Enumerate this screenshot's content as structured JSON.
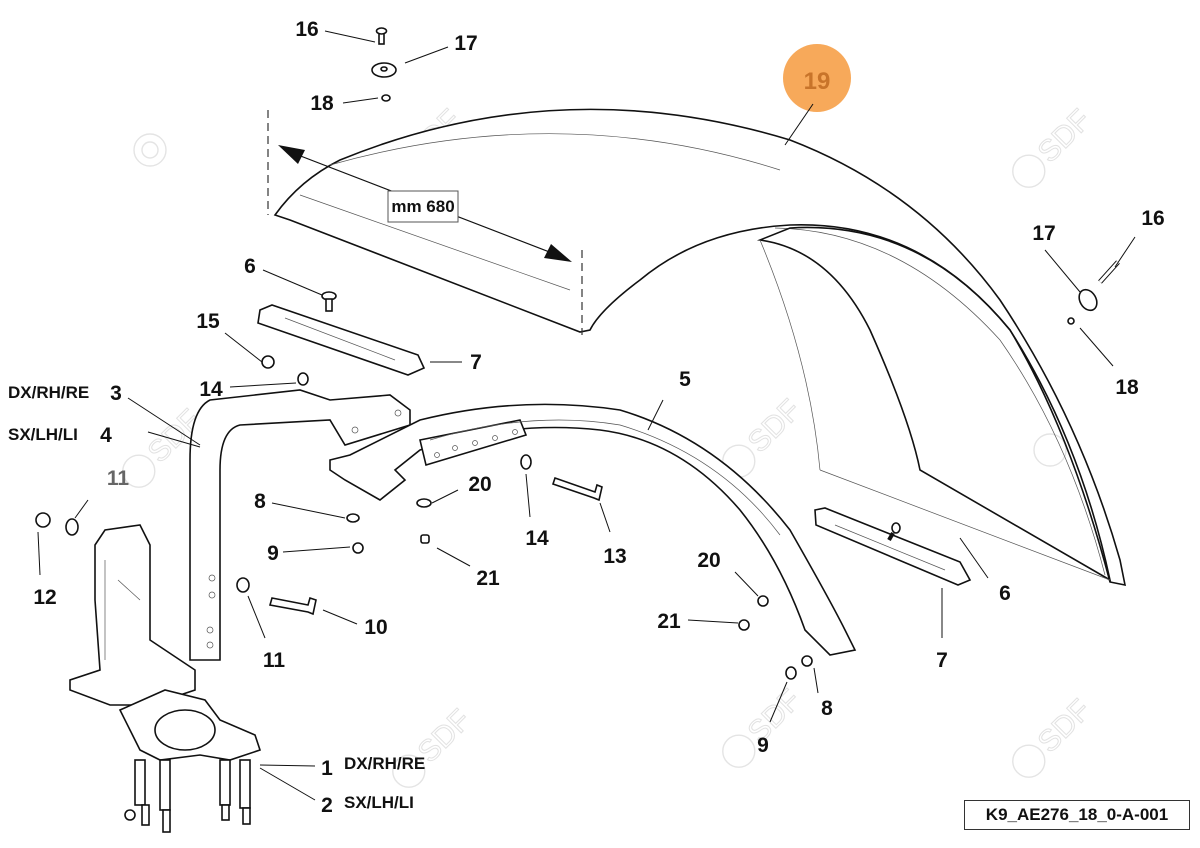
{
  "diagram": {
    "reference_code": "K9_AE276_18_0-A-001",
    "dimension_label": "mm 680",
    "highlighted_part": {
      "number": "19",
      "color": "#f7a95a"
    },
    "watermark": "SDF",
    "callouts": [
      {
        "id": "c16a",
        "number": "16"
      },
      {
        "id": "c17a",
        "number": "17"
      },
      {
        "id": "c18a",
        "number": "18"
      },
      {
        "id": "c16b",
        "number": "16"
      },
      {
        "id": "c17b",
        "number": "17"
      },
      {
        "id": "c18b",
        "number": "18"
      },
      {
        "id": "c6a",
        "number": "6"
      },
      {
        "id": "c7a",
        "number": "7"
      },
      {
        "id": "c15",
        "number": "15"
      },
      {
        "id": "c14a",
        "number": "14"
      },
      {
        "id": "c3",
        "number": "3",
        "side": "DX/RH/RE"
      },
      {
        "id": "c4",
        "number": "4",
        "side": "SX/LH/LI"
      },
      {
        "id": "c5",
        "number": "5"
      },
      {
        "id": "c11a",
        "number": "11"
      },
      {
        "id": "c12",
        "number": "12"
      },
      {
        "id": "c8a",
        "number": "8"
      },
      {
        "id": "c20a",
        "number": "20"
      },
      {
        "id": "c14b",
        "number": "14"
      },
      {
        "id": "c13",
        "number": "13"
      },
      {
        "id": "c9a",
        "number": "9"
      },
      {
        "id": "c21a",
        "number": "21"
      },
      {
        "id": "c10",
        "number": "10"
      },
      {
        "id": "c11b",
        "number": "11"
      },
      {
        "id": "c20b",
        "number": "20"
      },
      {
        "id": "c21b",
        "number": "21"
      },
      {
        "id": "c6b",
        "number": "6"
      },
      {
        "id": "c7b",
        "number": "7"
      },
      {
        "id": "c8b",
        "number": "8"
      },
      {
        "id": "c9b",
        "number": "9"
      },
      {
        "id": "c1",
        "number": "1",
        "side": "DX/RH/RE"
      },
      {
        "id": "c2",
        "number": "2",
        "side": "SX/LH/LI"
      }
    ]
  }
}
